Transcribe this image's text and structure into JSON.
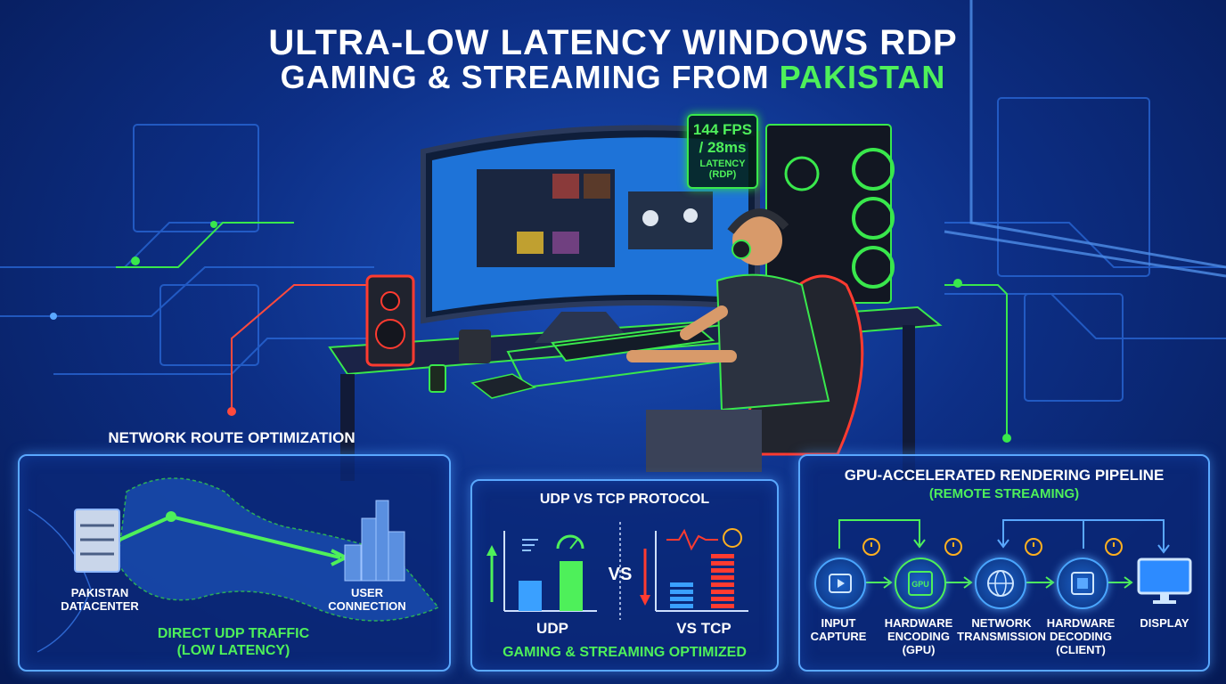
{
  "title": {
    "line1": "ULTRA-LOW LATENCY WINDOWS RDP",
    "line2_prefix": "GAMING & STREAMING FROM ",
    "line2_highlight": "PAKISTAN"
  },
  "fps_badge": {
    "fps": "144 FPS",
    "latency": "/ 28ms",
    "label": "LATENCY",
    "sub": "(RDP)"
  },
  "network_panel": {
    "title": "NETWORK ROUTE OPTIMIZATION",
    "origin": [
      "PAKISTAN",
      "DATACENTER"
    ],
    "destination": [
      "USER",
      "CONNECTION"
    ],
    "caption": [
      "DIRECT UDP TRAFFIC",
      "(LOW LATENCY)"
    ]
  },
  "protocol_panel": {
    "title": "UDP VS TCP PROTOCOL",
    "vs": "VS",
    "left_label": "UDP",
    "right_label": "VS TCP",
    "caption": "GAMING & STREAMING OPTIMIZED"
  },
  "pipeline_panel": {
    "title": "GPU-ACCELERATED RENDERING PIPELINE",
    "subtitle": "(REMOTE STREAMING)",
    "gpu_chip_label": "GPU",
    "steps": [
      {
        "label": [
          "INPUT",
          "CAPTURE"
        ]
      },
      {
        "label": [
          "HARDWARE",
          "ENCODING",
          "(GPU)"
        ]
      },
      {
        "label": [
          "NETWORK",
          "TRANSMISSION"
        ]
      },
      {
        "label": [
          "HARDWARE",
          "DECODING",
          "(CLIENT)"
        ]
      },
      {
        "label": [
          "DISPLAY"
        ]
      }
    ]
  },
  "colors": {
    "accent_green": "#4ef05a",
    "accent_blue": "#5aa8ff",
    "accent_red": "#ff3b30",
    "background": "#0d2f86"
  }
}
